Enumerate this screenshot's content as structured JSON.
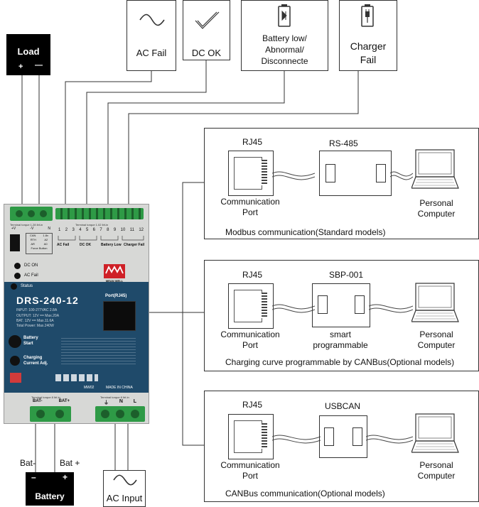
{
  "load": {
    "title": "Load",
    "plus": "+",
    "minus": "—"
  },
  "signals": {
    "ac_fail": "AC  Fail",
    "dc_ok": "DC OK",
    "battery_low": [
      "Battery low/",
      "Abnormal/",
      "Disconnecte"
    ],
    "charger_fail": [
      "Charger",
      "Fail"
    ]
  },
  "panels": [
    {
      "rj45": "RJ45",
      "device": "RS-485",
      "device_sub": [],
      "port": [
        "Communication",
        "Port"
      ],
      "pc": [
        "Personal",
        "Computer"
      ],
      "caption": "Modbus communication(Standard models)"
    },
    {
      "rj45": "RJ45",
      "device": "SBP-001",
      "device_sub": [
        "smart",
        "programmable"
      ],
      "port": [
        "Communication",
        "Port"
      ],
      "pc": [
        "Personal",
        "Computer"
      ],
      "caption": "Charging curve programmable by CANBus(Optional models)"
    },
    {
      "rj45": "RJ45",
      "device": "USBCAN",
      "device_sub": [],
      "port": [
        "Communication",
        "Port"
      ],
      "pc": [
        "Personal",
        "Computer"
      ],
      "caption": "CANBus communication(Optional models)"
    }
  ],
  "psu": {
    "model": "DRS-240-12",
    "input": "INPUT: 100-277VAC  2.8A",
    "output": "OUTPUT: 12V  ==  Max.20A",
    "bat": "BAT.   12V  ==  Max.11.6A",
    "total": "Total Power: Max.240W",
    "brand": "MEAN WELL",
    "port_label": "Port(RJ45)",
    "made_in": "MADE IN CHINA",
    "mwq": "MW02",
    "led_labels": [
      "DC ON",
      "AC Fail",
      "Status"
    ],
    "battery_start": [
      "Battery",
      "Start"
    ],
    "charging_adj": [
      "Charging",
      "Current Adj."
    ],
    "terminal_numbers": [
      "1",
      "2",
      "3",
      "4",
      "5",
      "6",
      "7",
      "8",
      "9",
      "10",
      "11",
      "12"
    ],
    "terminal_groups": [
      "AC Fail",
      "DC OK",
      "Battery Low",
      "Charger Fail"
    ],
    "dip_labels": [
      "CAN",
      "1.8v",
      "RTH",
      "A2",
      "AR",
      "A0",
      "Force Button"
    ],
    "bat_terminals": [
      "BAT-",
      "BAT+"
    ],
    "ac_terminals": [
      "⏚",
      "N",
      "L"
    ],
    "torque_top": "Terminal torque 1.28 lbf-in",
    "torque_signal": "Terminal torque 1.02 lbf-in",
    "torque_bat": "Terminal torque 8 lbf-in",
    "torque_ac": "Terminal torque 8 lbf-in",
    "top_term_labels": [
      "+V",
      "-V",
      "N"
    ]
  },
  "battery": {
    "title": "Battery",
    "neg": "Bat-",
    "pos": "Bat  +",
    "minus": "–",
    "plus": "+"
  },
  "ac_input": {
    "title": "AC Input"
  },
  "colors": {
    "psu_body": "#1f4a6a",
    "psu_top": "#d7d8d6",
    "terminal_green": "#2e9a46",
    "black": "#000000",
    "brand_red": "#cf2027"
  }
}
